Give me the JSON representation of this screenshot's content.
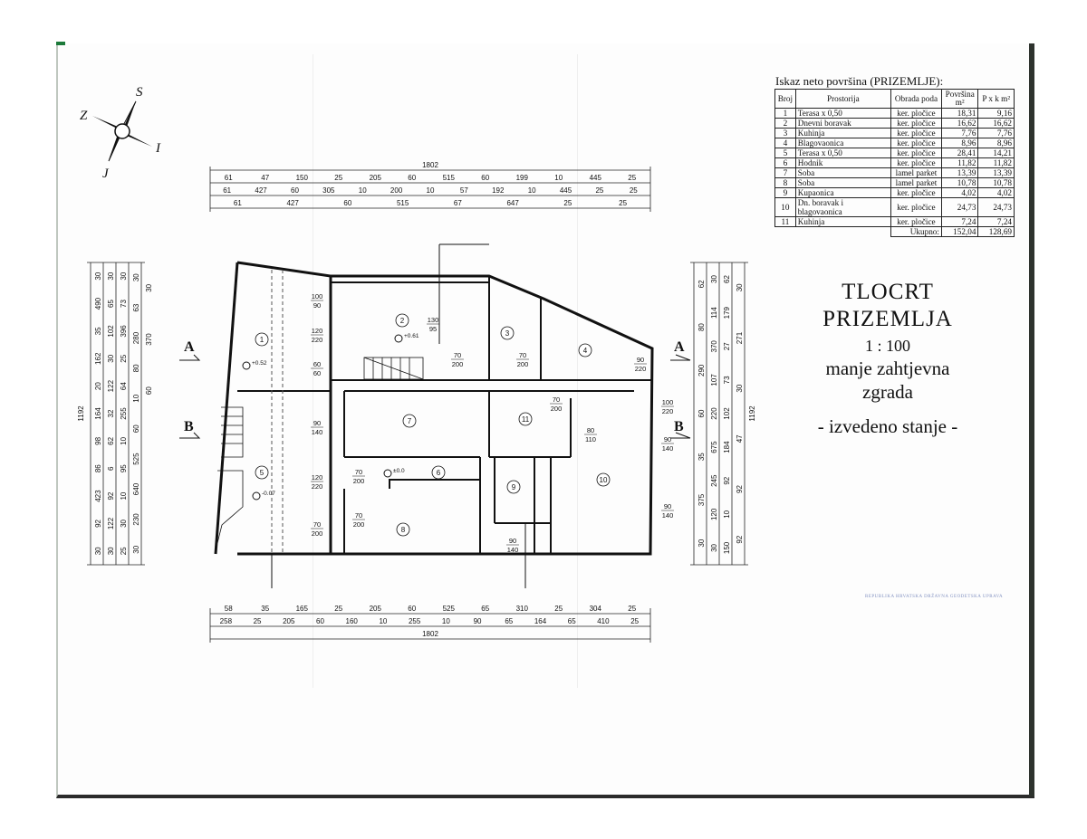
{
  "area_table": {
    "title": "Iskaz neto površina (PRIZEMLJE):",
    "headers": [
      "Broj",
      "Prostorija",
      "Obrada poda",
      "Površina m²",
      "P x k m²"
    ],
    "rows": [
      [
        "1",
        "Terasa x 0,50",
        "ker. pločice",
        "18,31",
        "9,16"
      ],
      [
        "2",
        "Dnevni boravak",
        "ker. pločice",
        "16,62",
        "16,62"
      ],
      [
        "3",
        "Kuhinja",
        "ker. pločice",
        "7,76",
        "7,76"
      ],
      [
        "4",
        "Blagovaonica",
        "ker. pločice",
        "8,96",
        "8,96"
      ],
      [
        "5",
        "Terasa x 0,50",
        "ker. pločice",
        "28,41",
        "14,21"
      ],
      [
        "6",
        "Hodnik",
        "ker. pločice",
        "11,82",
        "11,82"
      ],
      [
        "7",
        "Soba",
        "lamel parket",
        "13,39",
        "13,39"
      ],
      [
        "8",
        "Soba",
        "lamel parket",
        "10,78",
        "10,78"
      ],
      [
        "9",
        "Kupaonica",
        "ker. pločice",
        "4,02",
        "4,02"
      ],
      [
        "10",
        "Dn. boravak i blagovaonica",
        "ker. pločice",
        "24,73",
        "24,73"
      ],
      [
        "11",
        "Kuhinja",
        "ker. pločice",
        "7,24",
        "7,24"
      ]
    ],
    "total_label": "Ukupno:",
    "total_area": "152,04",
    "total_pk": "128,69"
  },
  "title_block": {
    "line1": "TLOCRT",
    "line2": "PRIZEMLJA",
    "scale": "1 : 100",
    "line4": "manje zahtjevna",
    "line5": "zgrada",
    "status": "- izvedeno stanje -"
  },
  "compass": {
    "north": "S",
    "east": "I",
    "south": "J",
    "west": "Z"
  },
  "section_marks": [
    "A",
    "B"
  ],
  "rooms": [
    "1",
    "2",
    "3",
    "4",
    "5",
    "6",
    "7",
    "8",
    "9",
    "10",
    "11"
  ],
  "levels": [
    "+0.52",
    "+0.61",
    "±0.0",
    "-0.07"
  ],
  "dims_top": {
    "total": "1802",
    "row1": [
      "61",
      "47",
      "150",
      "25",
      "205",
      "60",
      "515",
      "60",
      "199",
      "10",
      "445",
      "25"
    ],
    "row2": [
      "61",
      "427",
      "60",
      "305",
      "10",
      "200",
      "10",
      "57",
      "192",
      "10",
      "445",
      "25",
      "25"
    ],
    "row3": [
      "61",
      "427",
      "60",
      "515",
      "67",
      "647",
      "25",
      "25"
    ]
  },
  "dims_bottom": {
    "row1": [
      "58",
      "35",
      "165",
      "25",
      "205",
      "60",
      "525",
      "65",
      "310",
      "25",
      "304",
      "25"
    ],
    "row2": [
      "258",
      "25",
      "205",
      "60",
      "160",
      "10",
      "255",
      "10",
      "90",
      "65",
      "164",
      "65",
      "410",
      "25"
    ],
    "total": "1802"
  },
  "dims_left": {
    "total": "1192",
    "col1": [
      "30",
      "490",
      "35",
      "162",
      "20",
      "164",
      "98",
      "86",
      "423",
      "92",
      "30"
    ],
    "col2": [
      "30",
      "65",
      "102",
      "30",
      "122",
      "32",
      "62",
      "6",
      "92",
      "122",
      "30"
    ],
    "col3": [
      "30",
      "73",
      "396",
      "25",
      "64",
      "255",
      "10",
      "95",
      "10",
      "30",
      "25"
    ],
    "col4": [
      "30",
      "63",
      "280",
      "80",
      "10",
      "60",
      "525",
      "640",
      "230",
      "30"
    ],
    "col5": [
      "30",
      "370",
      "60"
    ]
  },
  "dims_right": {
    "total": "1192",
    "col1": [
      "62",
      "80",
      "290",
      "60",
      "35",
      "375",
      "30"
    ],
    "col2": [
      "30",
      "114",
      "370",
      "107",
      "220",
      "675",
      "245",
      "120",
      "30"
    ],
    "col3": [
      "62",
      "179",
      "27",
      "73",
      "102",
      "184",
      "92",
      "10",
      "150"
    ],
    "col4": [
      "30",
      "271",
      "30",
      "47",
      "92",
      "92"
    ]
  },
  "openings": [
    {
      "w": "100",
      "h": "90"
    },
    {
      "w": "130",
      "h": "95"
    },
    {
      "w": "120",
      "h": "220"
    },
    {
      "w": "70",
      "h": "200"
    },
    {
      "w": "70",
      "h": "200"
    },
    {
      "w": "90",
      "h": "220"
    },
    {
      "w": "60",
      "h": "60"
    },
    {
      "w": "70",
      "h": "200"
    },
    {
      "w": "100",
      "h": "220"
    },
    {
      "w": "90",
      "h": "140"
    },
    {
      "w": "80",
      "h": "110"
    },
    {
      "w": "90",
      "h": "140"
    },
    {
      "w": "70",
      "h": "200"
    },
    {
      "w": "120",
      "h": "220"
    },
    {
      "w": "70",
      "h": "200"
    },
    {
      "w": "90",
      "h": "140"
    },
    {
      "w": "70",
      "h": "200"
    },
    {
      "w": "90",
      "h": "140"
    }
  ],
  "stamp_text": "REPUBLIKA HRVATSKA DRŽAVNA GEODETSKA UPRAVA"
}
